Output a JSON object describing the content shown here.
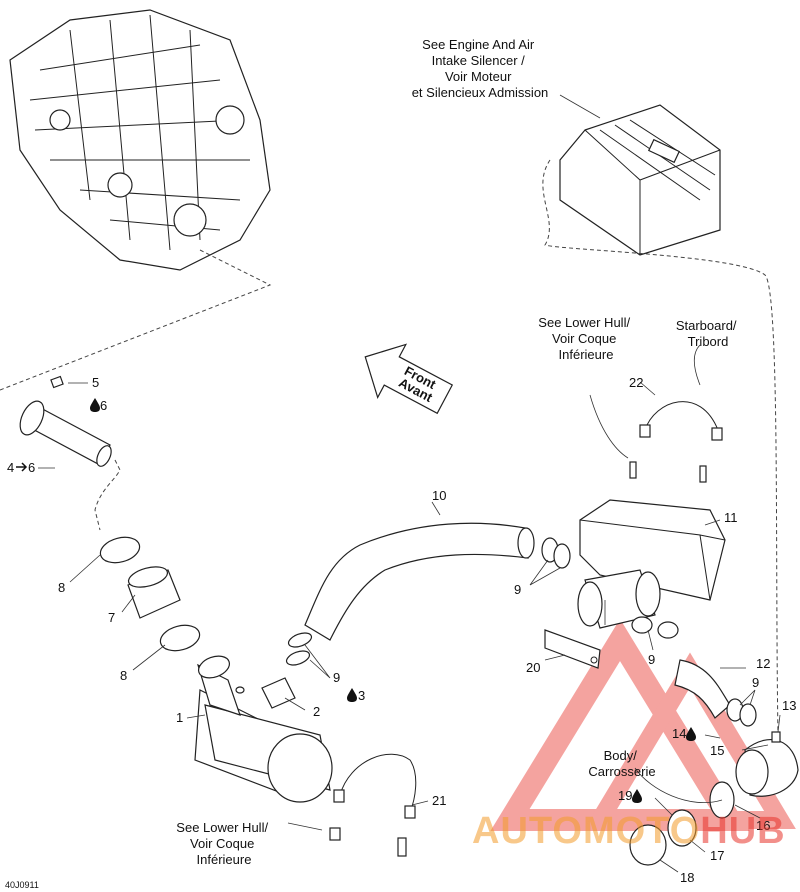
{
  "labels": {
    "engine_intake": [
      "See Engine And Air",
      "Intake Silencer /",
      "Voir Moteur",
      "et Silencieux Admission"
    ],
    "lower_hull_top": [
      "See Lower Hull/",
      "Voir Coque",
      "Inférieure"
    ],
    "starboard": [
      "Starboard/",
      "Tribord"
    ],
    "lower_hull_bottom": [
      "See Lower Hull/",
      "Voir Coque",
      "Inférieure"
    ],
    "body": [
      "Body/",
      "Carrosserie"
    ],
    "front": [
      "Front",
      "Avant"
    ],
    "ref_code": "40J0911"
  },
  "callouts": {
    "c1": "1",
    "c2": "2",
    "c3": "3",
    "c4": "4",
    "c5": "5",
    "c6": "6",
    "c6b": "6",
    "c7": "7",
    "c8a": "8",
    "c8b": "8",
    "c9a": "9",
    "c9b": "9",
    "c9c": "9",
    "c9d": "9",
    "c10": "10",
    "c11": "11",
    "c12": "12",
    "c13": "13",
    "c14": "14",
    "c15": "15",
    "c16": "16",
    "c17": "17",
    "c18": "18",
    "c19": "19",
    "c20": "20",
    "c21": "21",
    "c22": "22"
  },
  "watermark": {
    "text_red": "AUTOMOTO",
    "text_orange": "HUB",
    "color_red": "#e8342c",
    "color_orange": "#f39c2b"
  }
}
